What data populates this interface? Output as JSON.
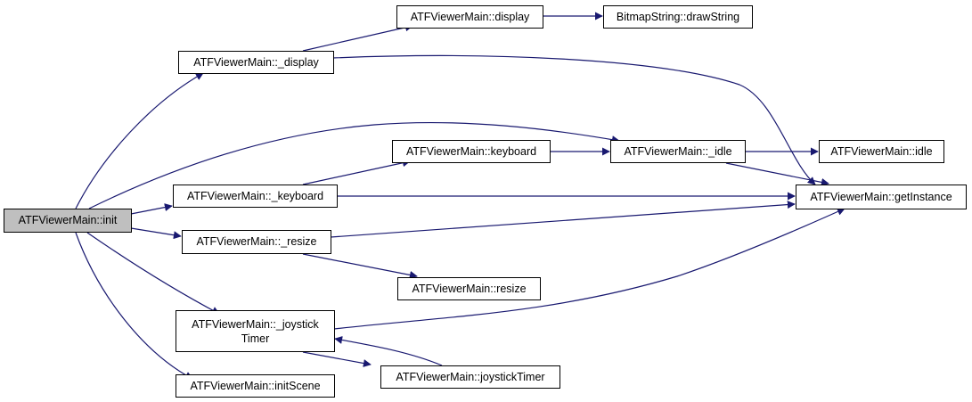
{
  "colors": {
    "edge": "#191970",
    "node_border": "#000000",
    "node_fill": "#ffffff",
    "root_fill": "#bfbfbf"
  },
  "nodes": {
    "init": "ATFViewerMain::init",
    "_display": "ATFViewerMain::_display",
    "display": "ATFViewerMain::display",
    "drawString": "BitmapString::drawString",
    "keyboard": "ATFViewerMain::keyboard",
    "_idle": "ATFViewerMain::_idle",
    "idle": "ATFViewerMain::idle",
    "_keyboard": "ATFViewerMain::_keyboard",
    "getInstance": "ATFViewerMain::getInstance",
    "_resize": "ATFViewerMain::_resize",
    "resize": "ATFViewerMain::resize",
    "_joystickTimer_line1": "ATFViewerMain::_joystick",
    "_joystickTimer_line2": "Timer",
    "joystickTimer": "ATFViewerMain::joystickTimer",
    "initScene": "ATFViewerMain::initScene"
  },
  "edges": [
    {
      "from": "init",
      "to": "_display"
    },
    {
      "from": "init",
      "to": "_idle"
    },
    {
      "from": "init",
      "to": "_keyboard"
    },
    {
      "from": "init",
      "to": "_resize"
    },
    {
      "from": "init",
      "to": "_joystickTimer"
    },
    {
      "from": "init",
      "to": "initScene"
    },
    {
      "from": "_display",
      "to": "display"
    },
    {
      "from": "_display",
      "to": "getInstance"
    },
    {
      "from": "display",
      "to": "drawString"
    },
    {
      "from": "_keyboard",
      "to": "keyboard"
    },
    {
      "from": "_keyboard",
      "to": "getInstance"
    },
    {
      "from": "keyboard",
      "to": "_idle"
    },
    {
      "from": "_idle",
      "to": "idle"
    },
    {
      "from": "_idle",
      "to": "getInstance"
    },
    {
      "from": "_resize",
      "to": "getInstance"
    },
    {
      "from": "_resize",
      "to": "resize"
    },
    {
      "from": "_joystickTimer",
      "to": "getInstance"
    },
    {
      "from": "_joystickTimer",
      "to": "joystickTimer"
    },
    {
      "from": "joystickTimer",
      "to": "_joystickTimer"
    }
  ]
}
